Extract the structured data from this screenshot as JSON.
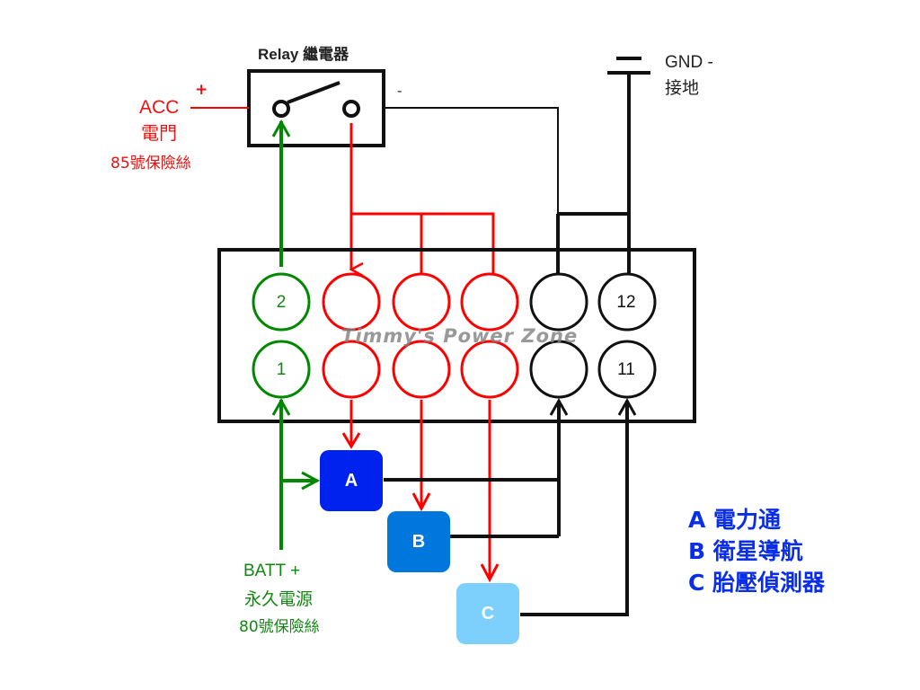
{
  "diagram": {
    "relay": {
      "title": "Relay 繼電器",
      "minus_label": "-"
    },
    "acc": {
      "plus": "+",
      "line1": "ACC",
      "line2": "電門",
      "line3": "85號保險絲"
    },
    "gnd": {
      "line1": "GND -",
      "line2": "接地"
    },
    "batt": {
      "line1": "BATT +",
      "line2": "永久電源",
      "line3": "80號保險絲"
    },
    "connector": {
      "pins": [
        {
          "id": "pin-2",
          "label": "2",
          "row": "top",
          "col": 1,
          "color": "green"
        },
        {
          "id": "pin-top-2",
          "label": "",
          "row": "top",
          "col": 2,
          "color": "red"
        },
        {
          "id": "pin-top-3",
          "label": "",
          "row": "top",
          "col": 3,
          "color": "red"
        },
        {
          "id": "pin-top-4",
          "label": "",
          "row": "top",
          "col": 4,
          "color": "red"
        },
        {
          "id": "pin-top-5",
          "label": "",
          "row": "top",
          "col": 5,
          "color": "black"
        },
        {
          "id": "pin-12",
          "label": "12",
          "row": "top",
          "col": 6,
          "color": "black"
        },
        {
          "id": "pin-1",
          "label": "1",
          "row": "bottom",
          "col": 1,
          "color": "green"
        },
        {
          "id": "pin-bot-2",
          "label": "",
          "row": "bottom",
          "col": 2,
          "color": "red"
        },
        {
          "id": "pin-bot-3",
          "label": "",
          "row": "bottom",
          "col": 3,
          "color": "red"
        },
        {
          "id": "pin-bot-4",
          "label": "",
          "row": "bottom",
          "col": 4,
          "color": "red"
        },
        {
          "id": "pin-bot-5",
          "label": "",
          "row": "bottom",
          "col": 5,
          "color": "black"
        },
        {
          "id": "pin-11",
          "label": "11",
          "row": "bottom",
          "col": 6,
          "color": "black"
        }
      ],
      "watermark": "Timmy's Power Zone"
    },
    "modules": [
      {
        "key": "A",
        "label": "A",
        "color": "#0022ee"
      },
      {
        "key": "B",
        "label": "B",
        "color": "#0077dd"
      },
      {
        "key": "C",
        "label": "C",
        "color": "#7dd0fb"
      }
    ],
    "legend": [
      {
        "key": "A",
        "text": "A 電力通"
      },
      {
        "key": "B",
        "text": "B 衛星導航"
      },
      {
        "key": "C",
        "text": "C 胎壓偵測器"
      }
    ],
    "colors": {
      "positive": "#ff0000",
      "battery": "#008800",
      "ground": "#111111"
    }
  }
}
